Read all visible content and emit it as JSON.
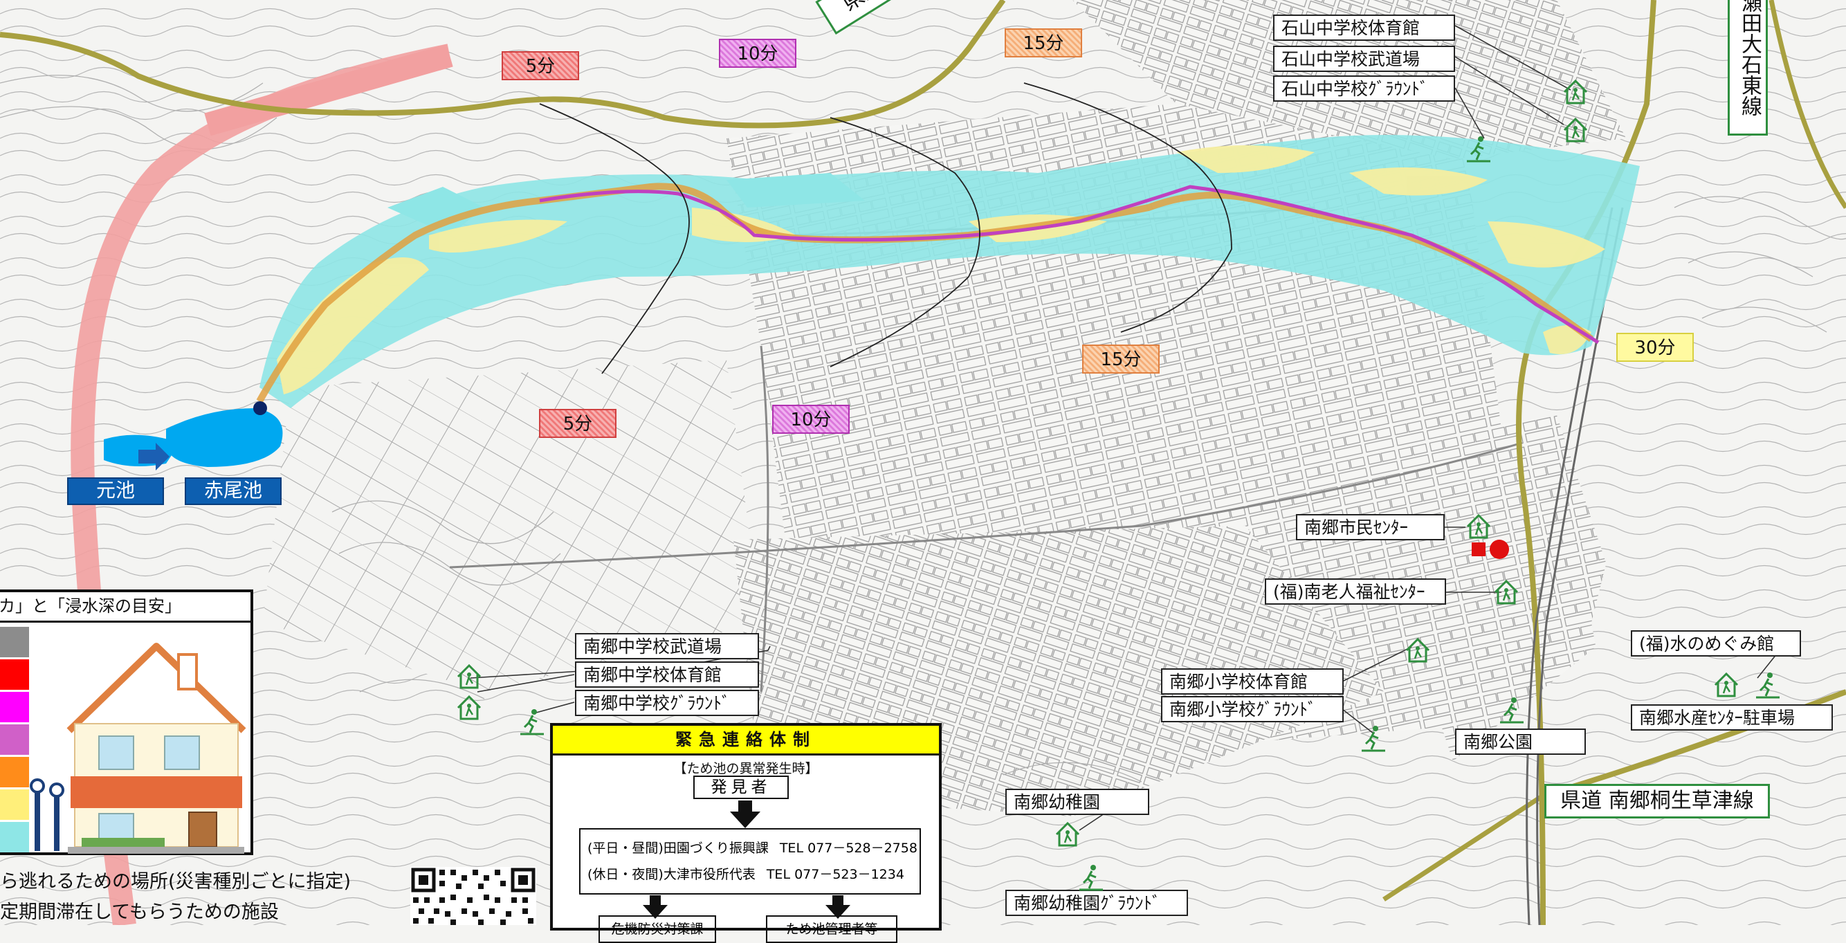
{
  "time_labels": {
    "t5_a": "5分",
    "t5_b": "5分",
    "t10_a": "10分",
    "t10_b": "10分",
    "t15_a": "15分",
    "t15_b": "15分",
    "t30": "30分"
  },
  "roads": {
    "kendo_chimachi": "県道 千町",
    "seta_oishi": "瀬田大石東線",
    "nango_kiryu": "県道 南郷桐生草津線"
  },
  "ponds": {
    "motoike": "元池",
    "akaoike": "赤尾池"
  },
  "facilities": {
    "ishiyama_gym": "石山中学校体育館",
    "ishiyama_budo": "石山中学校武道場",
    "ishiyama_ground": "石山中学校ｸﾞﾗｳﾝﾄﾞ",
    "nango_civic": "南郷市民ｾﾝﾀｰ",
    "nango_welfare": "(福)南老人福祉ｾﾝﾀｰ",
    "nango_jh_budo": "南郷中学校武道場",
    "nango_jh_gym": "南郷中学校体育館",
    "nango_jh_ground": "南郷中学校ｸﾞﾗｳﾝﾄﾞ",
    "nango_es_gym": "南郷小学校体育館",
    "nango_es_ground": "南郷小学校ｸﾞﾗｳﾝﾄﾞ",
    "nango_park": "南郷公園",
    "mizunomegumi": "(福)水のめぐみ館",
    "suisan_parking": "南郷水産ｾﾝﾀｰ駐車場",
    "nango_kinder": "南郷幼稚園",
    "nango_kinder_ground": "南郷幼稚園ｸﾞﾗｳﾝﾄﾞ"
  },
  "legend": {
    "title": "カ」と「浸水深の目安」",
    "colors": [
      "#8c8c8c",
      "#ff0000",
      "#ff00ff",
      "#d060c8",
      "#ff8c1a",
      "#ffef7a",
      "#8ee6e6"
    ],
    "line1": "ら逃れるための場所(災害種別ごとに指定)",
    "line2": "定期間滞在してもらうための施設"
  },
  "emergency": {
    "title": "緊急連絡体制",
    "subtitle": "【ため池の異常発生時】",
    "discoverer": "発見者",
    "row1_label": "(平日・昼間)田園づくり振興課",
    "row1_tel": "TEL 077－528－2758",
    "row2_label": "(休日・夜間)大津市役所代表",
    "row2_tel": "TEL 077－523－1234",
    "box_left": "危機防災対策課",
    "box_right": "ため池管理者等"
  },
  "colors": {
    "flood_shallow": "#8ee6e6",
    "flood_medium": "#f5eea0",
    "flood_deep": "#e0a040",
    "channel": "#c040c0",
    "expressway": "#f2a0a0",
    "prefectural_road": "#a8a040",
    "pond_water": "#00a8f0",
    "shelter_green": "#2f8f3f"
  }
}
